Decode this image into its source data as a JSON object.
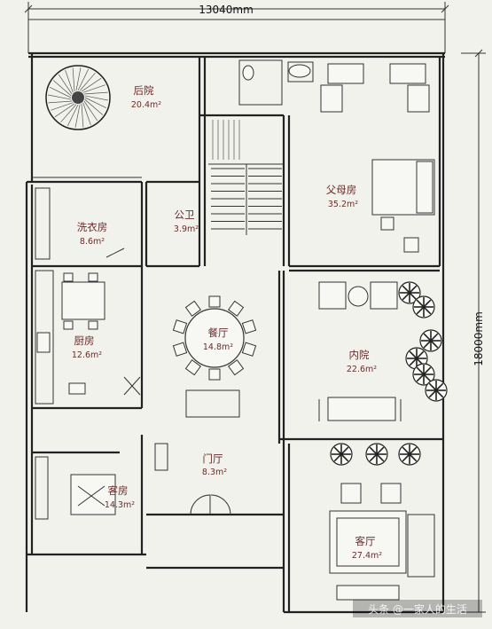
{
  "plan": {
    "width_dim": "13040mm",
    "height_dim": "18000mm",
    "watermark": "头条 @一家人的生活"
  },
  "rooms": [
    {
      "key": "backyard",
      "name": "后院",
      "area": "20.4m²"
    },
    {
      "key": "parents",
      "name": "父母房",
      "area": "35.2m²"
    },
    {
      "key": "laundry",
      "name": "洗衣房",
      "area": "8.6m²"
    },
    {
      "key": "bath",
      "name": "公卫",
      "area": "3.9m²"
    },
    {
      "key": "dining",
      "name": "餐厅",
      "area": "14.8m²"
    },
    {
      "key": "kitchen",
      "name": "厨房",
      "area": "12.6m²"
    },
    {
      "key": "courtyard",
      "name": "内院",
      "area": "22.6m²"
    },
    {
      "key": "foyer",
      "name": "门厅",
      "area": "8.3m²"
    },
    {
      "key": "guest",
      "name": "客房",
      "area": "14.3m²"
    },
    {
      "key": "living",
      "name": "客厅",
      "area": "27.4m²"
    }
  ]
}
